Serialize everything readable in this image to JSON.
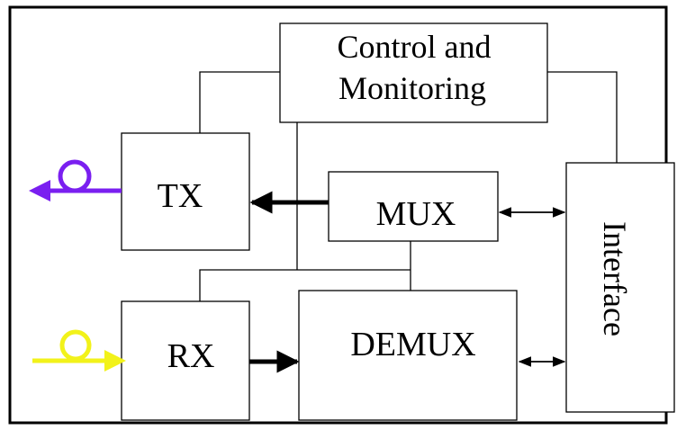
{
  "blocks": {
    "control": {
      "line1": "Control and",
      "line2": "Monitoring"
    },
    "tx": {
      "label": "TX"
    },
    "mux": {
      "label": "MUX"
    },
    "rx": {
      "label": "RX"
    },
    "demux": {
      "label": "DEMUX"
    },
    "interface": {
      "label": "Interface"
    }
  },
  "colors": {
    "tx_fiber": "#7a1ff0",
    "rx_fiber": "#f2f21a",
    "line": "#000000"
  }
}
